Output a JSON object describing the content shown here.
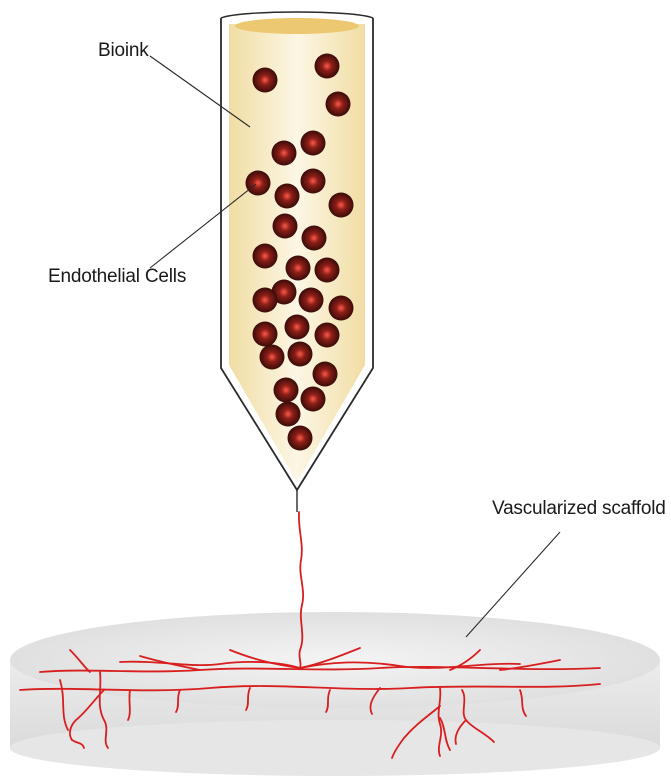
{
  "labels": {
    "bioink": "Bioink",
    "endothelial_cells": "Endothelial Cells",
    "vascularized_scaffold": "Vascularized scaffold"
  },
  "colors": {
    "bioink_fill": "#f5e6b8",
    "cell": "#5a1410",
    "vessel": "#d81e1e",
    "scaffold": "#e0e0e0",
    "outline": "#2a2a2a"
  },
  "icons": {
    "nozzle": "syringe-nozzle-icon",
    "cell": "cell-sphere-icon",
    "scaffold": "scaffold-disc-icon"
  }
}
